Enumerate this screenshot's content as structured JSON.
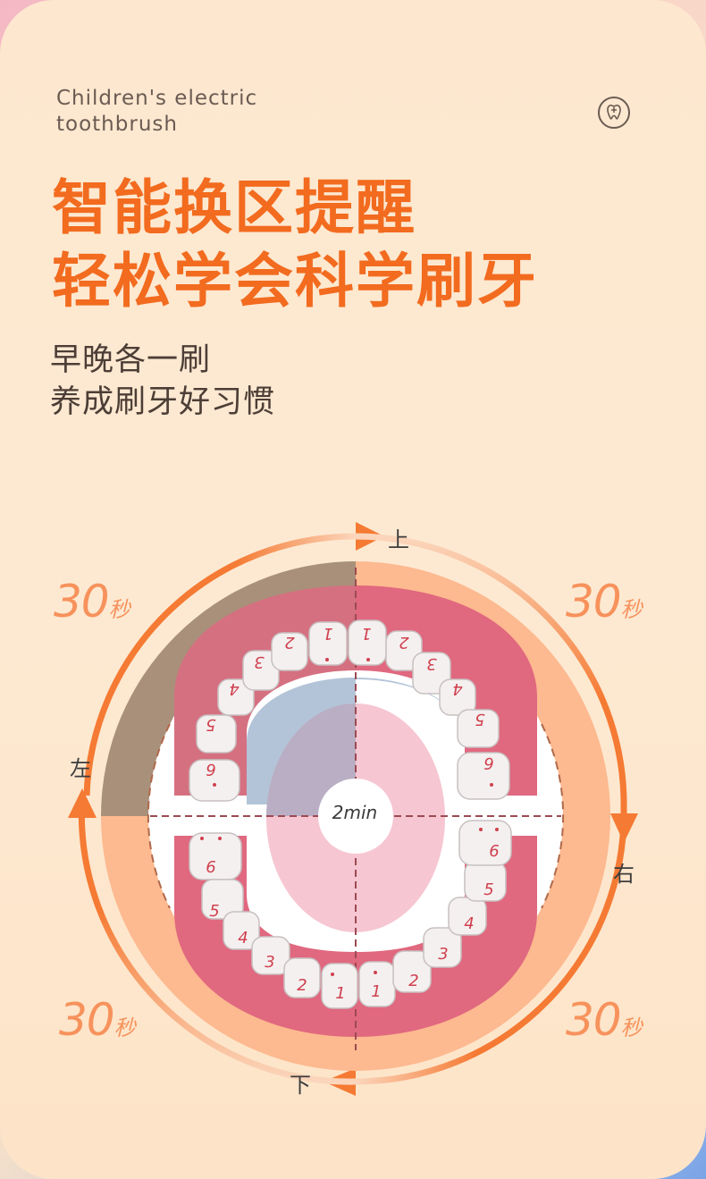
{
  "header": {
    "english_line1": "Children's electric",
    "english_line2": "toothbrush",
    "badge_icon": "tooth-shield-icon"
  },
  "headline": {
    "line1": "智能换区提醒",
    "line2": "轻松学会科学刷牙"
  },
  "subheading": {
    "line1": "早晚各一刷",
    "line2": "养成刷牙好习惯"
  },
  "diagram": {
    "center_label": "2min",
    "direction_labels": {
      "top": "上",
      "right": "右",
      "bottom": "下",
      "left": "左"
    },
    "quadrants": [
      {
        "position": "top-left",
        "seconds": "30",
        "unit": "秒"
      },
      {
        "position": "top-right",
        "seconds": "30",
        "unit": "秒"
      },
      {
        "position": "bottom-left",
        "seconds": "30",
        "unit": "秒"
      },
      {
        "position": "bottom-right",
        "seconds": "30",
        "unit": "秒"
      }
    ],
    "upper_teeth": [
      "6",
      "5",
      "4",
      "3",
      "2",
      "1",
      "1",
      "2",
      "3",
      "4",
      "5",
      "6"
    ],
    "lower_teeth": [
      "6",
      "5",
      "4",
      "3",
      "2",
      "1",
      "1",
      "2",
      "3",
      "4",
      "5",
      "6"
    ],
    "colors": {
      "accent_orange": "#f26b1f",
      "arrow_orange": "#f57a33",
      "gum_pink": "#e0687f",
      "tongue_blue": "#b3c4d8",
      "active_quadrant": "#a9907a",
      "ring_peach": "#fdb98f"
    }
  }
}
